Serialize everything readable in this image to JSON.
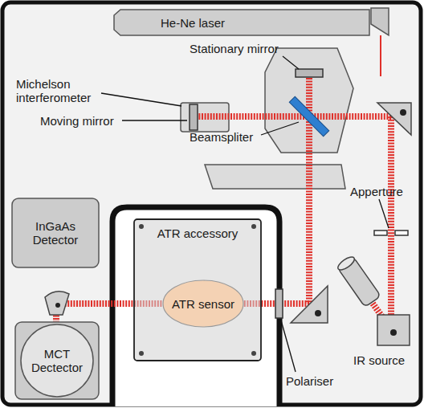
{
  "diagram": {
    "nodes": [
      {
        "text": [
          "He-Ne laser"
        ]
      },
      {
        "text": [
          "InGaAs Detector"
        ]
      },
      {
        "text": [
          "ATR accessory"
        ]
      },
      {
        "text": [
          "ATR sensor"
        ],
        "in": 2
      },
      {
        "text": [
          "MCT Dectector"
        ]
      }
    ],
    "labels": [
      "Stationary mirror",
      "Michelson interferometer",
      "Moving mirror",
      "Beamspliter",
      "Apperture",
      "IR source",
      "Polariser"
    ]
  }
}
